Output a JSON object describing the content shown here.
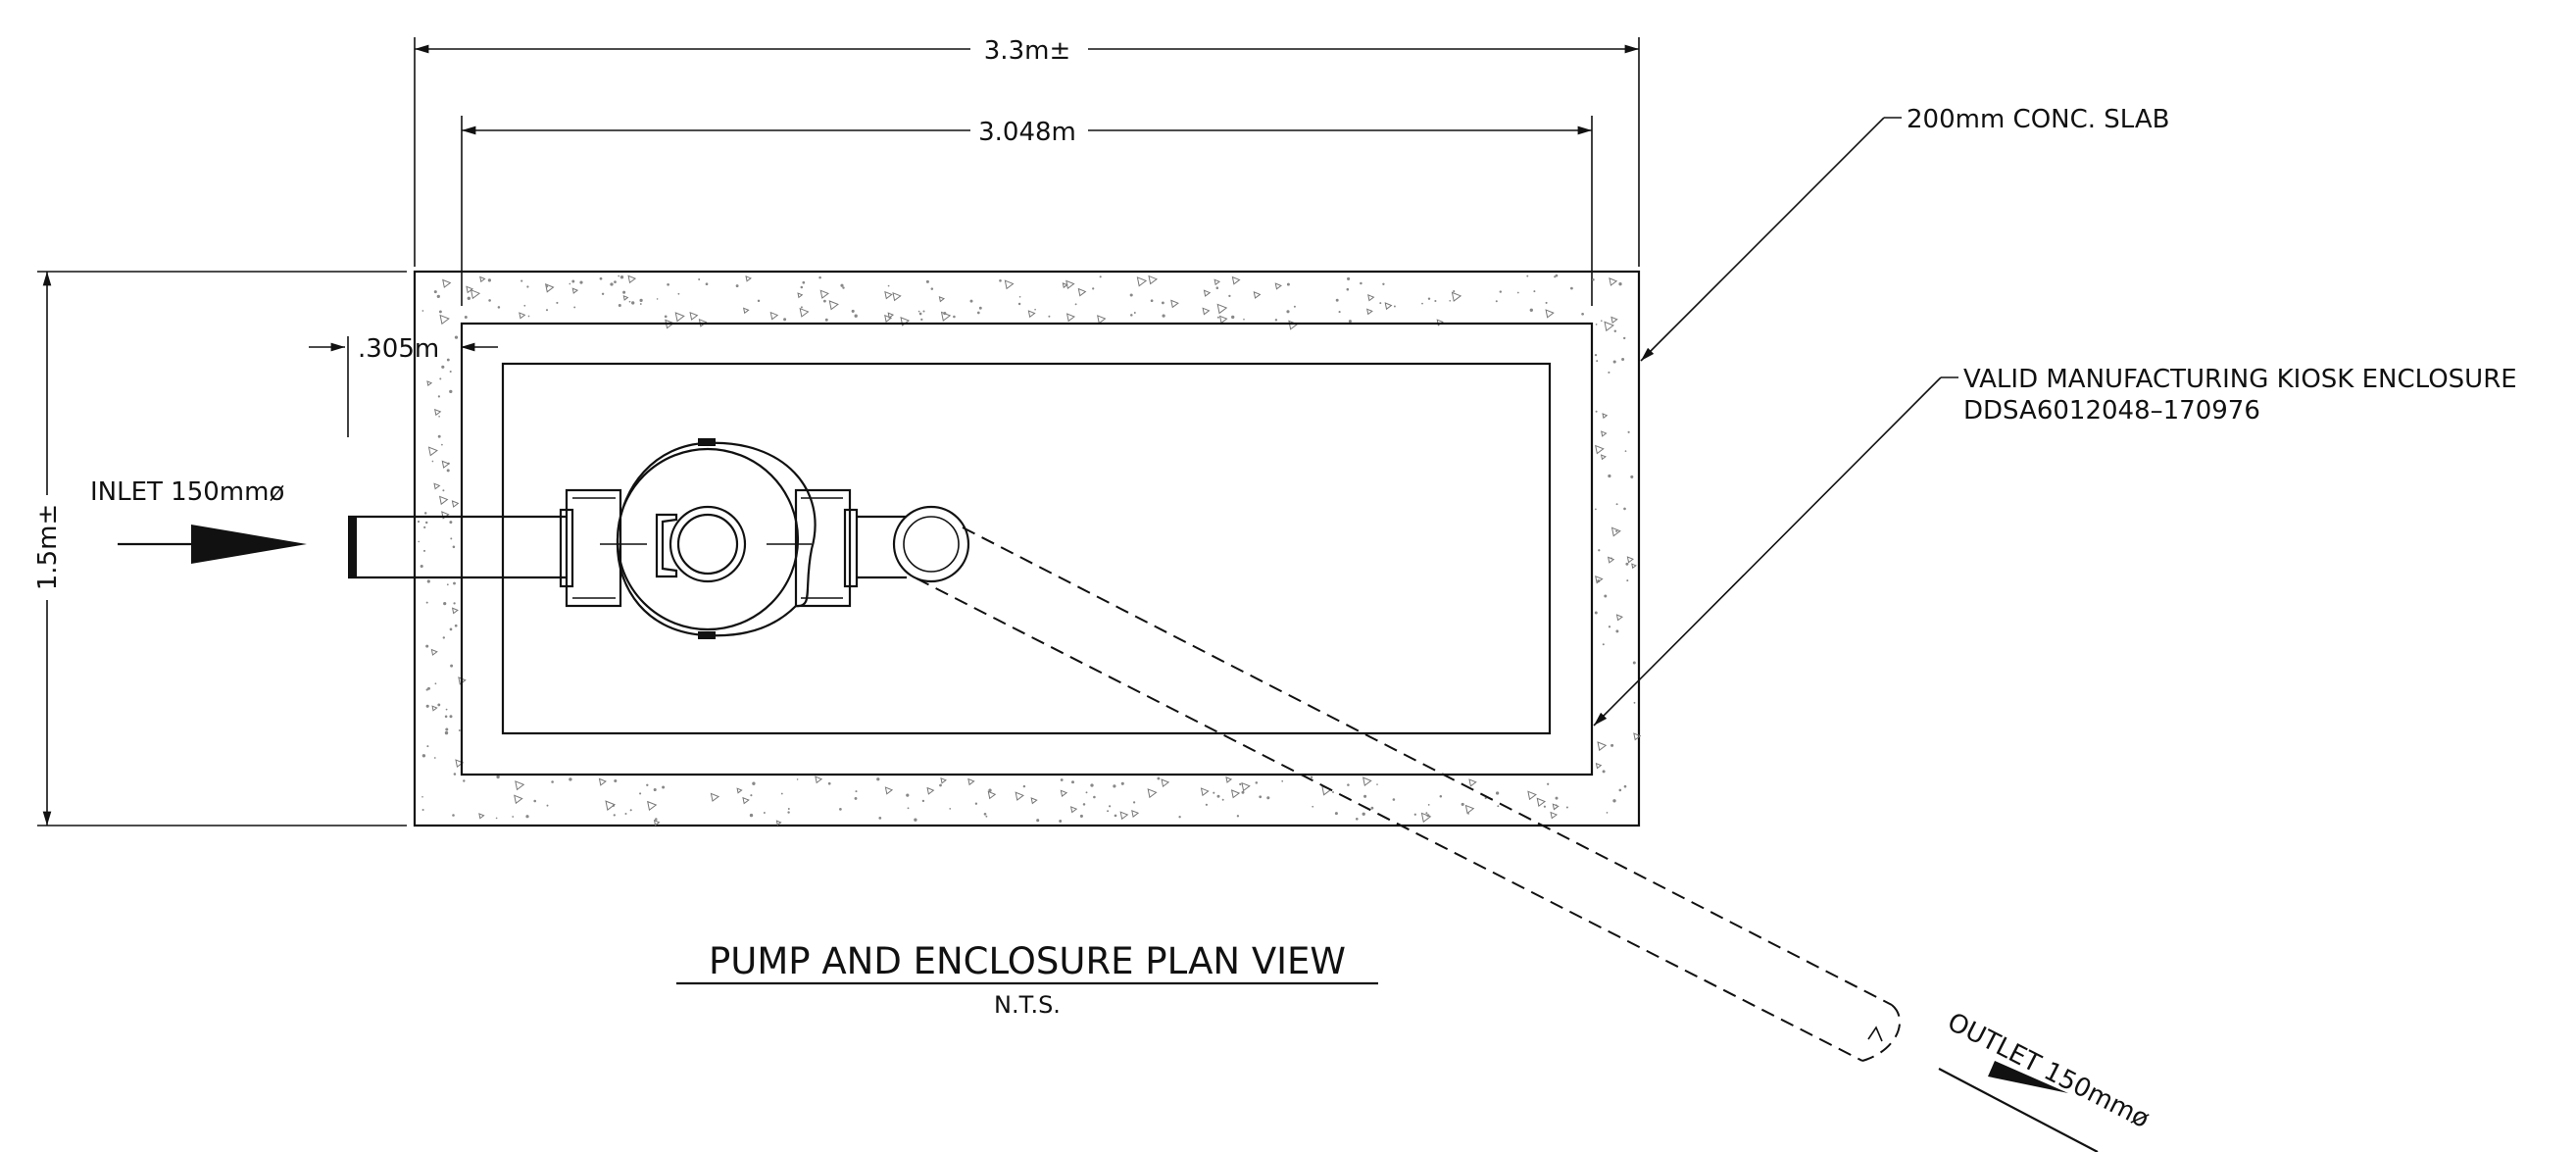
{
  "drawing": {
    "title": "PUMP AND ENCLOSURE PLAN VIEW",
    "subtitle": "N.T.S."
  },
  "dimensions": {
    "overall_width": "3.3m±",
    "inner_width": "3.048m",
    "offset": ".305m",
    "height": "1.5m±"
  },
  "labels": {
    "slab": "200mm CONC. SLAB",
    "enclosure_line1": "VALID MANUFACTURING KIOSK ENCLOSURE",
    "enclosure_line2": "DDSA6012048–170976",
    "inlet": "INLET 150mmø",
    "outlet": "OUTLET 150mmø"
  }
}
